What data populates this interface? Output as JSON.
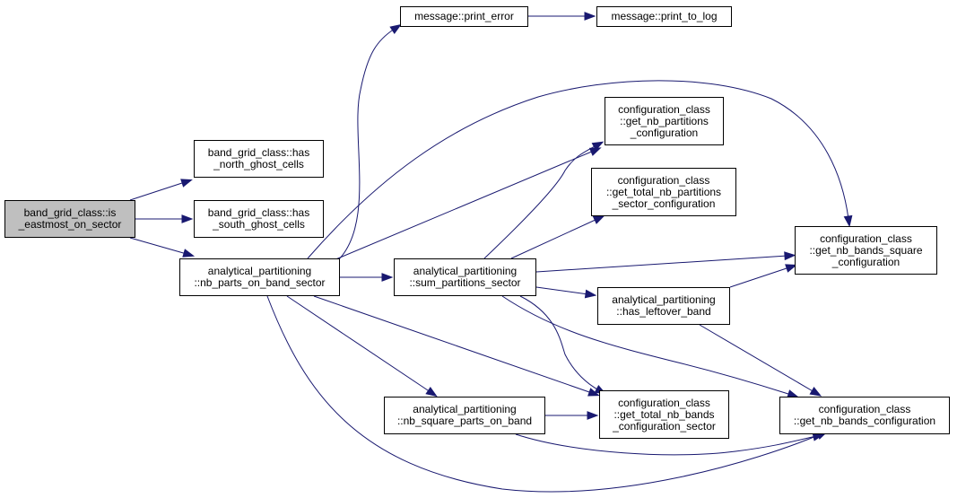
{
  "diagram": {
    "edge_color": "#191970",
    "root_fill": "#bfbfbf",
    "nodes": [
      {
        "id": "root",
        "lines": [
          "band_grid_class::is",
          "_eastmost_on_sector"
        ]
      },
      {
        "id": "north",
        "lines": [
          "band_grid_class::has",
          "_north_ghost_cells"
        ]
      },
      {
        "id": "south",
        "lines": [
          "band_grid_class::has",
          "_south_ghost_cells"
        ]
      },
      {
        "id": "nbparts",
        "lines": [
          "analytical_partitioning",
          "::nb_parts_on_band_sector"
        ]
      },
      {
        "id": "printerr",
        "lines": [
          "message::print_error"
        ]
      },
      {
        "id": "printlog",
        "lines": [
          "message::print_to_log"
        ]
      },
      {
        "id": "getnbpart",
        "lines": [
          "configuration_class",
          "::get_nb_partitions",
          "_configuration"
        ]
      },
      {
        "id": "gettotal",
        "lines": [
          "configuration_class",
          "::get_total_nb_partitions",
          "_sector_configuration"
        ]
      },
      {
        "id": "sumpart",
        "lines": [
          "analytical_partitioning",
          "::sum_partitions_sector"
        ]
      },
      {
        "id": "leftover",
        "lines": [
          "analytical_partitioning",
          "::has_leftover_band"
        ]
      },
      {
        "id": "getsquare",
        "lines": [
          "configuration_class",
          "::get_nb_bands_square",
          "_configuration"
        ]
      },
      {
        "id": "sqparts",
        "lines": [
          "analytical_partitioning",
          "::nb_square_parts_on_band"
        ]
      },
      {
        "id": "totalbands",
        "lines": [
          "configuration_class",
          "::get_total_nb_bands",
          "_configuration_sector"
        ]
      },
      {
        "id": "getbands",
        "lines": [
          "configuration_class",
          "::get_nb_bands_configuration"
        ]
      }
    ],
    "edges": [
      [
        "root",
        "north"
      ],
      [
        "root",
        "south"
      ],
      [
        "root",
        "nbparts"
      ],
      [
        "nbparts",
        "printerr"
      ],
      [
        "printerr",
        "printlog"
      ],
      [
        "nbparts",
        "getnbpart"
      ],
      [
        "nbparts",
        "getsquare"
      ],
      [
        "nbparts",
        "sumpart"
      ],
      [
        "nbparts",
        "sqparts"
      ],
      [
        "nbparts",
        "totalbands"
      ],
      [
        "nbparts",
        "getbands"
      ],
      [
        "sumpart",
        "getnbpart"
      ],
      [
        "sumpart",
        "gettotal"
      ],
      [
        "sumpart",
        "getsquare"
      ],
      [
        "sumpart",
        "leftover"
      ],
      [
        "sumpart",
        "totalbands"
      ],
      [
        "sumpart",
        "getbands"
      ],
      [
        "leftover",
        "getsquare"
      ],
      [
        "leftover",
        "getbands"
      ],
      [
        "sqparts",
        "totalbands"
      ],
      [
        "sqparts",
        "getbands"
      ]
    ]
  }
}
